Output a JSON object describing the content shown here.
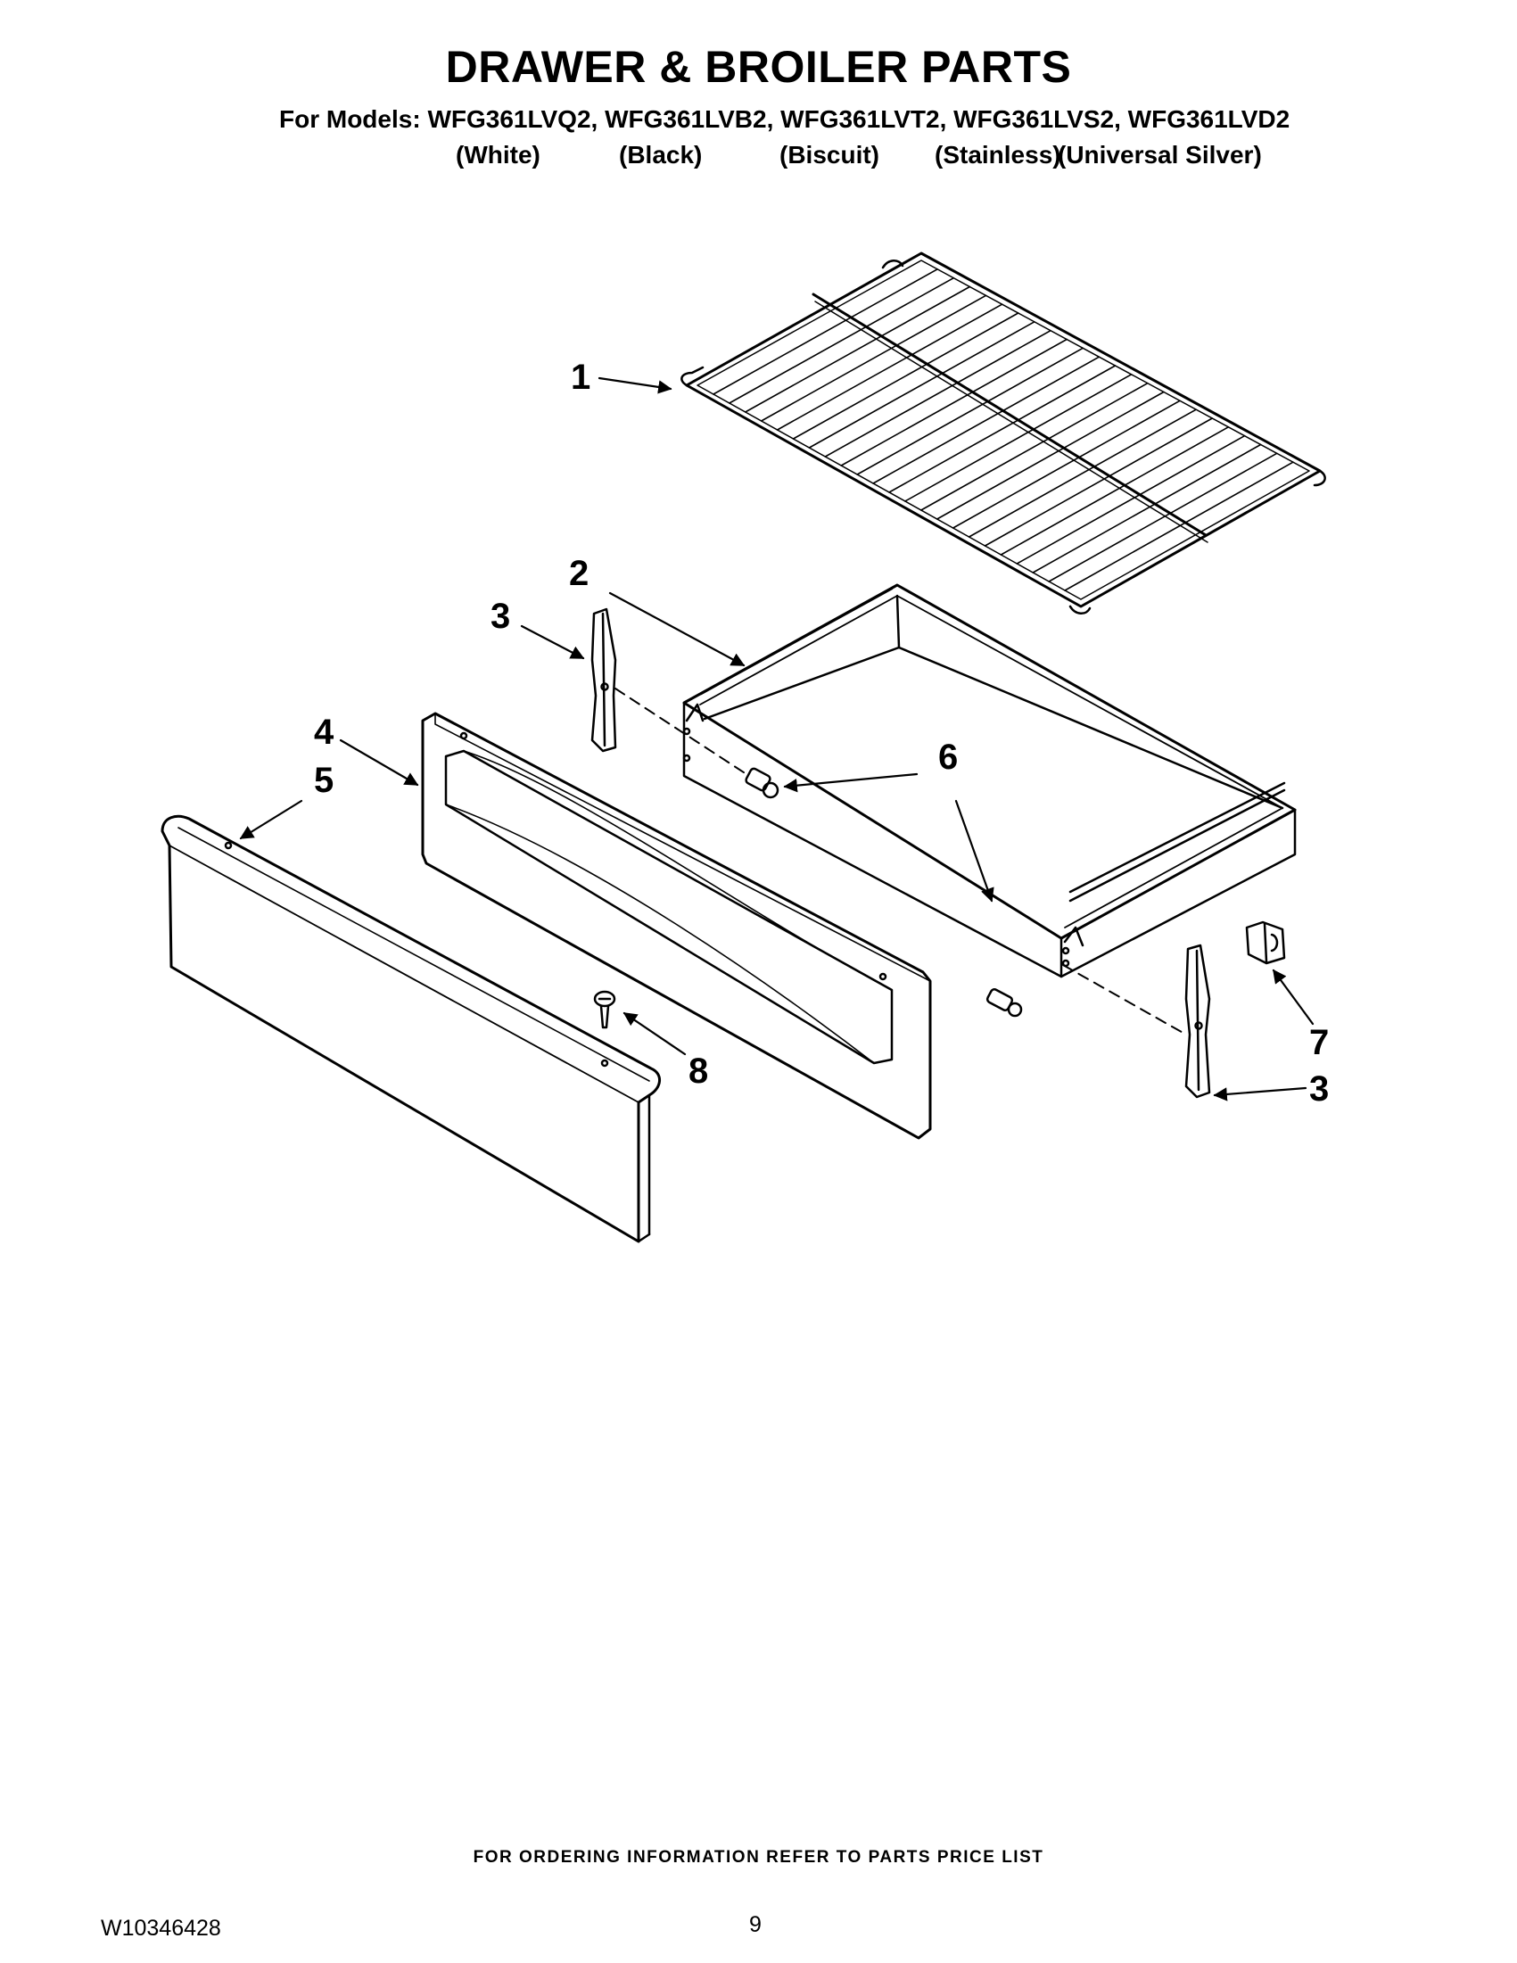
{
  "header": {
    "title": "DRAWER & BROILER PARTS",
    "models_line": "For Models: WFG361LVQ2, WFG361LVB2, WFG361LVT2, WFG361LVS2, WFG361LVD2",
    "finishes": [
      "(White)",
      "(Black)",
      "(Biscuit)",
      "(Stainless)",
      "(Universal Silver)"
    ]
  },
  "callouts": {
    "rack": "1",
    "drawer": "2",
    "slide_left": "3",
    "slide_right": "3",
    "inner_panel": "4",
    "front_panel": "5",
    "screw_upper": "6",
    "clip": "7",
    "front_screw": "8"
  },
  "footer": {
    "ordering_note": "FOR ORDERING INFORMATION REFER TO PARTS PRICE LIST",
    "document_number": "W10346428",
    "page_number": "9"
  }
}
